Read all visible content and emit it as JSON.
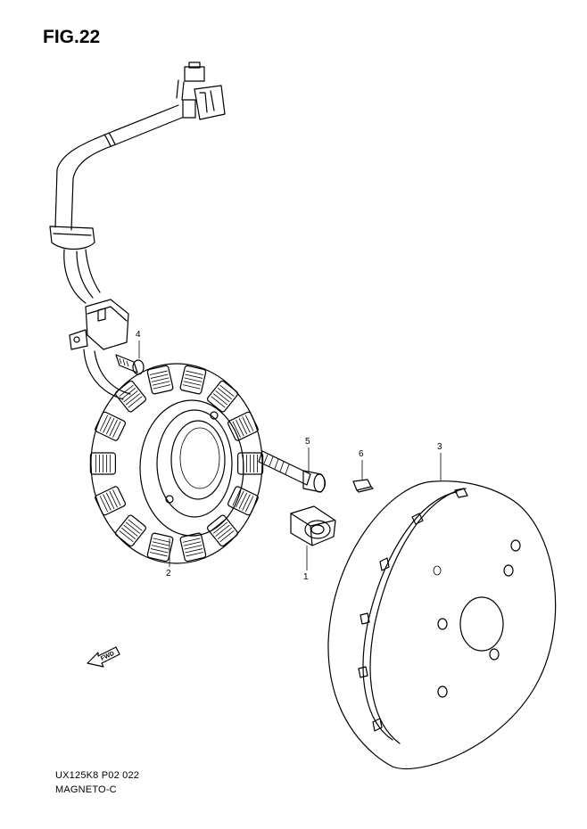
{
  "figure": {
    "title": "FIG.22"
  },
  "parts": [
    {
      "number": "1"
    },
    {
      "number": "2"
    },
    {
      "number": "3"
    },
    {
      "number": "4"
    },
    {
      "number": "5"
    },
    {
      "number": "6"
    }
  ],
  "direction_arrow": {
    "label": "FWD"
  },
  "footer": {
    "model_code": "UX125K8 P02 022",
    "section_name": "MAGNETO-C"
  }
}
